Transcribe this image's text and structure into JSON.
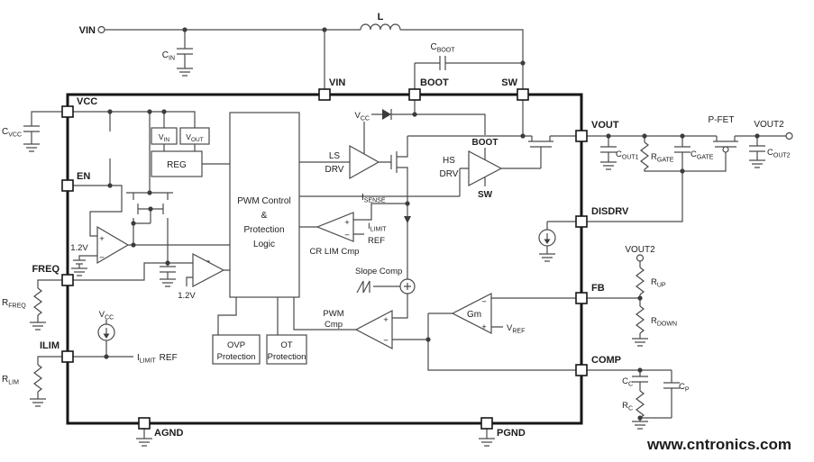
{
  "colors": {
    "watermark": "#a4c63f",
    "wire": "#4a4a4a",
    "outline": "#161616"
  },
  "watermark": "www.cntronics.com",
  "signs": {
    "plus": "+",
    "minus": "−"
  },
  "pins": {
    "vin": "VIN",
    "boot": "BOOT",
    "sw": "SW",
    "vcc": "VCC",
    "en": "EN",
    "freq": "FREQ",
    "ilim": "ILIM",
    "vout": "VOUT",
    "disdrv": "DISDRV",
    "fb": "FB",
    "comp": "COMP",
    "agnd": "AGND",
    "pgnd": "PGND"
  },
  "top": {
    "vin_src": "VIN",
    "l": "L",
    "cin": {
      "m": "C",
      "s": "IN"
    },
    "cboot": {
      "m": "C",
      "s": "BOOT"
    }
  },
  "left": {
    "cvcc": {
      "m": "C",
      "s": "VCC"
    },
    "rfreq": {
      "m": "R",
      "s": "FREQ"
    },
    "rlim": {
      "m": "R",
      "s": "LIM"
    }
  },
  "right": {
    "pfet": "P-FET",
    "vout2": "VOUT2",
    "cout1": {
      "m": "C",
      "s": "OUT1"
    },
    "rgate": {
      "m": "R",
      "s": "GATE"
    },
    "cgate": {
      "m": "C",
      "s": "GATE"
    },
    "cout2": {
      "m": "C",
      "s": "OUT2"
    },
    "rup": {
      "m": "R",
      "s": "UP"
    },
    "rdown": {
      "m": "R",
      "s": "DOWN"
    },
    "cc": {
      "m": "C",
      "s": "C"
    },
    "rc": {
      "m": "R",
      "s": "C"
    },
    "cp": {
      "m": "C",
      "s": "P"
    }
  },
  "inside": {
    "reg": "REG",
    "vin_box": {
      "m": "V",
      "s": "IN"
    },
    "vout_box": {
      "m": "V",
      "s": "OUT"
    },
    "pwm_block": [
      "PWM Control",
      "&",
      "Protection",
      "Logic"
    ],
    "ls_drv": [
      "LS",
      "DRV"
    ],
    "hs_drv": [
      "HS",
      "DRV"
    ],
    "vcc_ref": {
      "m": "V",
      "s": "CC"
    },
    "isense": {
      "m": "I",
      "s": "SENSE"
    },
    "ilimit": {
      "m": "I",
      "s": "LIMIT",
      "ref": "REF"
    },
    "crlim": "CR LIM Cmp",
    "slope": "Slope Comp",
    "pwm_cmp": [
      "PWM",
      "Cmp"
    ],
    "gm": "Gm",
    "vref": {
      "m": "V",
      "s": "REF"
    },
    "ovp": [
      "OVP",
      "Protection"
    ],
    "ot": [
      "OT",
      "Protection"
    ],
    "v12": "1.2V"
  }
}
